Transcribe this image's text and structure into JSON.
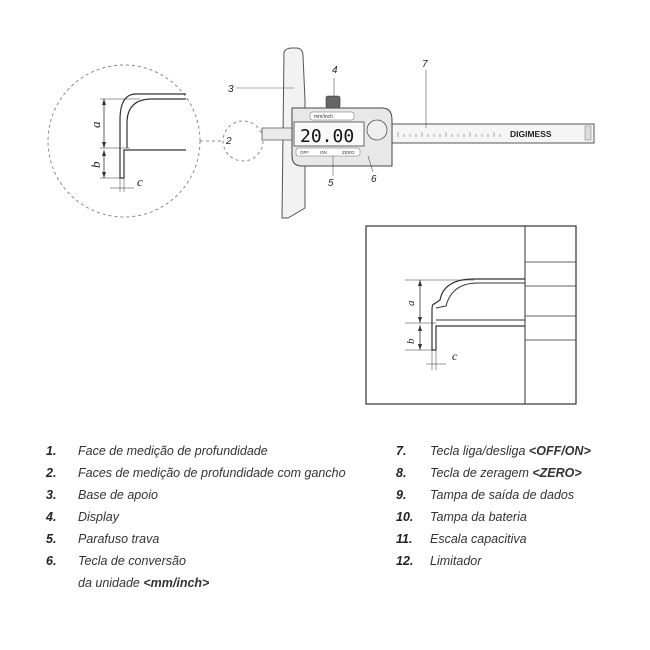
{
  "callouts": {
    "c2": "2",
    "c3": "3",
    "c4": "4",
    "c5": "5",
    "c6": "6",
    "c7": "7"
  },
  "dimensions": {
    "a": "a",
    "b": "b",
    "c": "c"
  },
  "instrument": {
    "display_value": "20.00",
    "button_top": "mm/inch",
    "button_off": "OFF",
    "button_on": "ON",
    "button_zero": "ZERO",
    "brand": "DIGIMESS"
  },
  "legend_left": [
    {
      "num": "1.",
      "text": "Face de medição de profundidade"
    },
    {
      "num": "2.",
      "text": "Faces de medição de profundidade com gancho"
    },
    {
      "num": "3.",
      "text": "Base de apoio"
    },
    {
      "num": "4.",
      "text": "Display"
    },
    {
      "num": "5.",
      "text": "Parafuso trava"
    },
    {
      "num": "6.",
      "text": "Tecla de conversão"
    }
  ],
  "legend_left_cont": {
    "prefix": "da unidade ",
    "bold": "<mm/inch>"
  },
  "legend_right": [
    {
      "num": "7.",
      "text": "Tecla liga/desliga ",
      "bold": "<OFF/ON>"
    },
    {
      "num": "8.",
      "text": "Tecla de zeragem ",
      "bold": "<ZERO>"
    },
    {
      "num": "9.",
      "text": "Tampa de saída de dados",
      "bold": ""
    },
    {
      "num": "10.",
      "text": "Tampa da bateria",
      "bold": ""
    },
    {
      "num": "11.",
      "text": "Escala capacitiva",
      "bold": ""
    },
    {
      "num": "12.",
      "text": "Limitador",
      "bold": ""
    }
  ]
}
